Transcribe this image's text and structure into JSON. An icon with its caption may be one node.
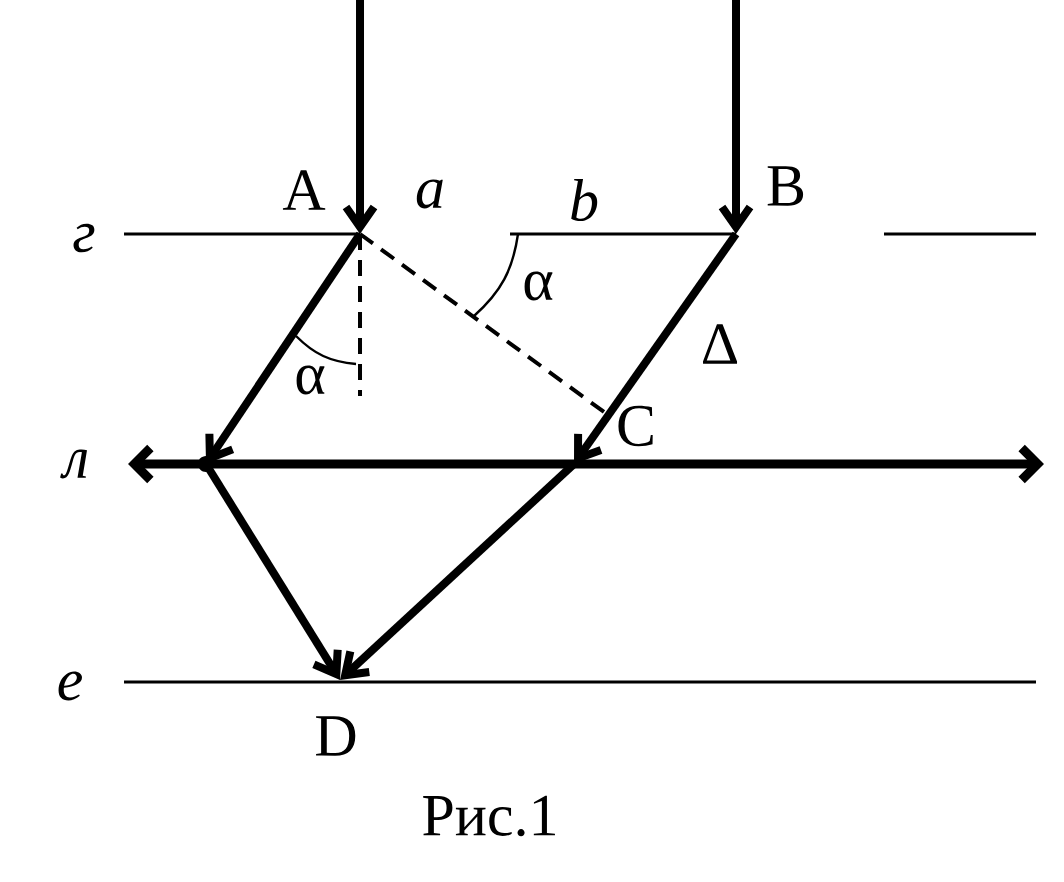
{
  "diagram": {
    "caption": "Рис.1",
    "nodes": [
      {
        "text": [
          "A"
        ]
      },
      {
        "text": [
          "B"
        ]
      },
      {
        "text": [
          "C"
        ]
      },
      {
        "text": [
          "D"
        ]
      },
      {
        "text": [],
        "shape": "dot"
      }
    ],
    "edges": [
      {
        "from": null,
        "to": 0,
        "arrow": "to"
      },
      {
        "from": null,
        "to": 1,
        "arrow": "to"
      },
      {
        "from": 0,
        "to": 4,
        "arrow": "to"
      },
      {
        "from": 1,
        "to": 2,
        "arrow": "to"
      },
      {
        "from": 4,
        "to": 3,
        "arrow": "to"
      },
      {
        "from": 2,
        "to": 3,
        "arrow": "to"
      }
    ],
    "labels": [
      "г",
      "a",
      "b",
      "α",
      "Δ",
      "α",
      "л",
      "е"
    ]
  }
}
